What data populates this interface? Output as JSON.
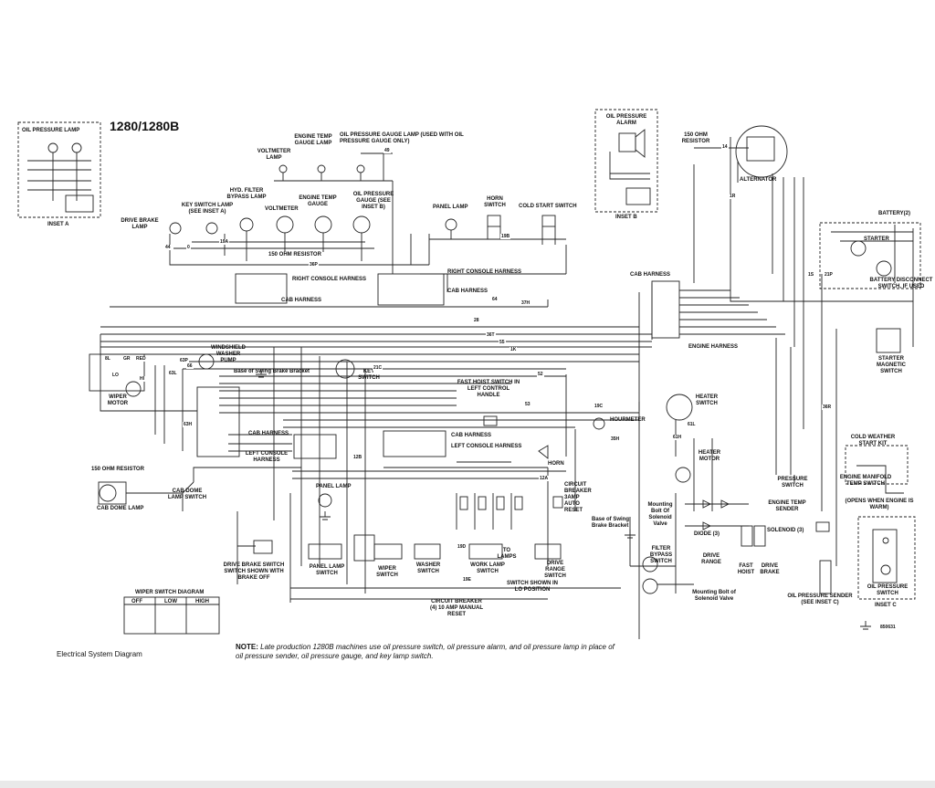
{
  "title": "1280/1280B",
  "caption": "Electrical System Diagram",
  "note": {
    "prefix": "NOTE:",
    "text": "Late production 1280B machines use oil pressure switch, oil pressure alarm, and oil pressure lamp in place of oil pressure sender, oil pressure gauge, and key lamp switch."
  },
  "figure_id": "850631",
  "insets": {
    "a": {
      "title": "OIL PRESSURE LAMP",
      "label": "INSET A"
    },
    "b": {
      "title": "OIL PRESSURE ALARM",
      "label": "INSET B"
    },
    "c": {
      "title": "OIL PRESSURE SWITCH",
      "label": "INSET C"
    }
  },
  "components": {
    "engine_temp_gauge_lamp": "ENGINE TEMP GAUGE LAMP",
    "oil_pressure_gauge_lamp": "OIL PRESSURE GAUGE LAMP (USED WITH OIL PRESSURE GAUGE ONLY)",
    "voltmeter_lamp": "VOLTMETER LAMP",
    "hyd_filter_bypass_lamp": "HYD. FILTER BYPASS LAMP",
    "key_switch_lamp": "KEY SWITCH LAMP (SEE INSET A)",
    "voltmeter": "VOLTMETER",
    "engine_temp_gauge": "ENGINE TEMP GAUGE",
    "oil_pressure_gauge": "OIL PRESSURE GAUGE (SEE INSET B)",
    "drive_brake_lamp": "DRIVE BRAKE LAMP",
    "panel_lamp_top": "PANEL LAMP",
    "horn_switch": "HORN SWITCH",
    "cold_start_switch": "COLD START SWITCH",
    "resistor_150_ohm_top": "150 OHM RESISTOR",
    "right_console_harness_1": "RIGHT CONSOLE HARNESS",
    "right_console_harness_2": "RIGHT CONSOLE HARNESS",
    "cab_harness_1": "CAB HARNESS",
    "cab_harness_2": "CAB HARNESS",
    "cab_harness_3": "CAB HARNESS",
    "cab_harness_4": "CAB HARNESS",
    "cab_harness_5": "CAB HARNESS",
    "engine_harness": "ENGINE HARNESS",
    "resistor_150_ohm_alt": "150 OHM RESISTOR",
    "alternator": "ALTERNATOR",
    "battery": "BATTERY(2)",
    "starter": "STARTER",
    "battery_disconnect": "BATTERY DISCONNECT SWITCH, IF USED",
    "starter_magnetic_switch": "STARTER MAGNETIC SWITCH",
    "windshield_washer_pump": "WINDSHIELD WASHER PUMP",
    "wiper_motor": "WIPER MOTOR",
    "swing_brake_bracket_1": "Base of Swing Brake Bracket",
    "key_switch": "KEY SWITCH",
    "fast_hoist_switch": "FAST HOIST SWITCH IN LEFT CONTROL HANDLE",
    "heater_switch": "HEATER SWITCH",
    "hourmeter": "HOURMETER",
    "heater_motor": "HEATER MOTOR",
    "horn": "HORN",
    "left_console_harness_1": "LEFT CONSOLE HARNESS",
    "left_console_harness_2": "LEFT CONSOLE HARNESS",
    "resistor_150_ohm_left": "150 OHM RESISTOR",
    "cab_dome_lamp": "CAB DOME LAMP",
    "cab_dome_lamp_switch": "CAB DOME LAMP SWITCH",
    "panel_lamp_mid": "PANEL LAMP",
    "circuit_breaker_3amp": "CIRCUIT BREAKER 3AMP AUTO RESET",
    "swing_brake_bracket_2": "Base of Swing Brake Bracket",
    "mounting_bolt_1": "Mounting Bolt Of Solenoid Valve",
    "diode": "DIODE (3)",
    "solenoid": "SOLENOID (3)",
    "filter_bypass_switch": "FILTER BYPASS SWITCH",
    "mounting_bolt_2": "Mounting Bolt of Solenoid Valve",
    "drive_range": "DRIVE RANGE",
    "fast_hoist": "FAST HOIST",
    "drive_brake": "DRIVE BRAKE",
    "pressure_switch": "PRESSURE SWITCH",
    "engine_temp_sender": "ENGINE TEMP SENDER",
    "cold_weather_start_kit": "COLD WEATHER START KIT",
    "engine_manifold_temp_switch": "ENGINE MANIFOLD TEMP SWITCH",
    "opens_when_warm": "(OPENS WHEN ENGINE IS WARM)",
    "oil_pressure_sender": "OIL PRESSURE SENDER (SEE INSET C)",
    "drive_brake_switch": "DRIVE BRAKE SWITCH SWITCH SHOWN WITH BRAKE OFF",
    "panel_lamp_switch": "PANEL LAMP SWITCH",
    "wiper_switch": "WIPER SWITCH",
    "washer_switch": "WASHER SWITCH",
    "work_lamp_switch": "WORK LAMP SWITCH",
    "drive_range_switch": "DRIVE RANGE SWITCH",
    "to_lamps": "TO LAMPS",
    "switch_shown_lo": "SWITCH SHOWN IN LO POSITION",
    "circuit_breaker_10amp": "CIRCUIT BREAKER (4) 10 AMP MANUAL RESET"
  },
  "wiper_switch_diagram": {
    "title": "WIPER SWITCH DIAGRAM",
    "columns": [
      "OFF",
      "LOW",
      "HIGH"
    ]
  },
  "wire_labels": [
    "49",
    "19A",
    "0",
    "36P",
    "64",
    "19B",
    "28",
    "37H",
    "36T",
    "55",
    "1K",
    "21C",
    "52",
    "53",
    "19C",
    "35H",
    "61H",
    "61L",
    "63H",
    "63L",
    "63P",
    "66",
    "44",
    "12B",
    "12A",
    "19D",
    "19E",
    "36R",
    "1R",
    "1S",
    "21P",
    "14",
    "8L",
    "GR",
    "RED",
    "LO",
    "HI"
  ]
}
